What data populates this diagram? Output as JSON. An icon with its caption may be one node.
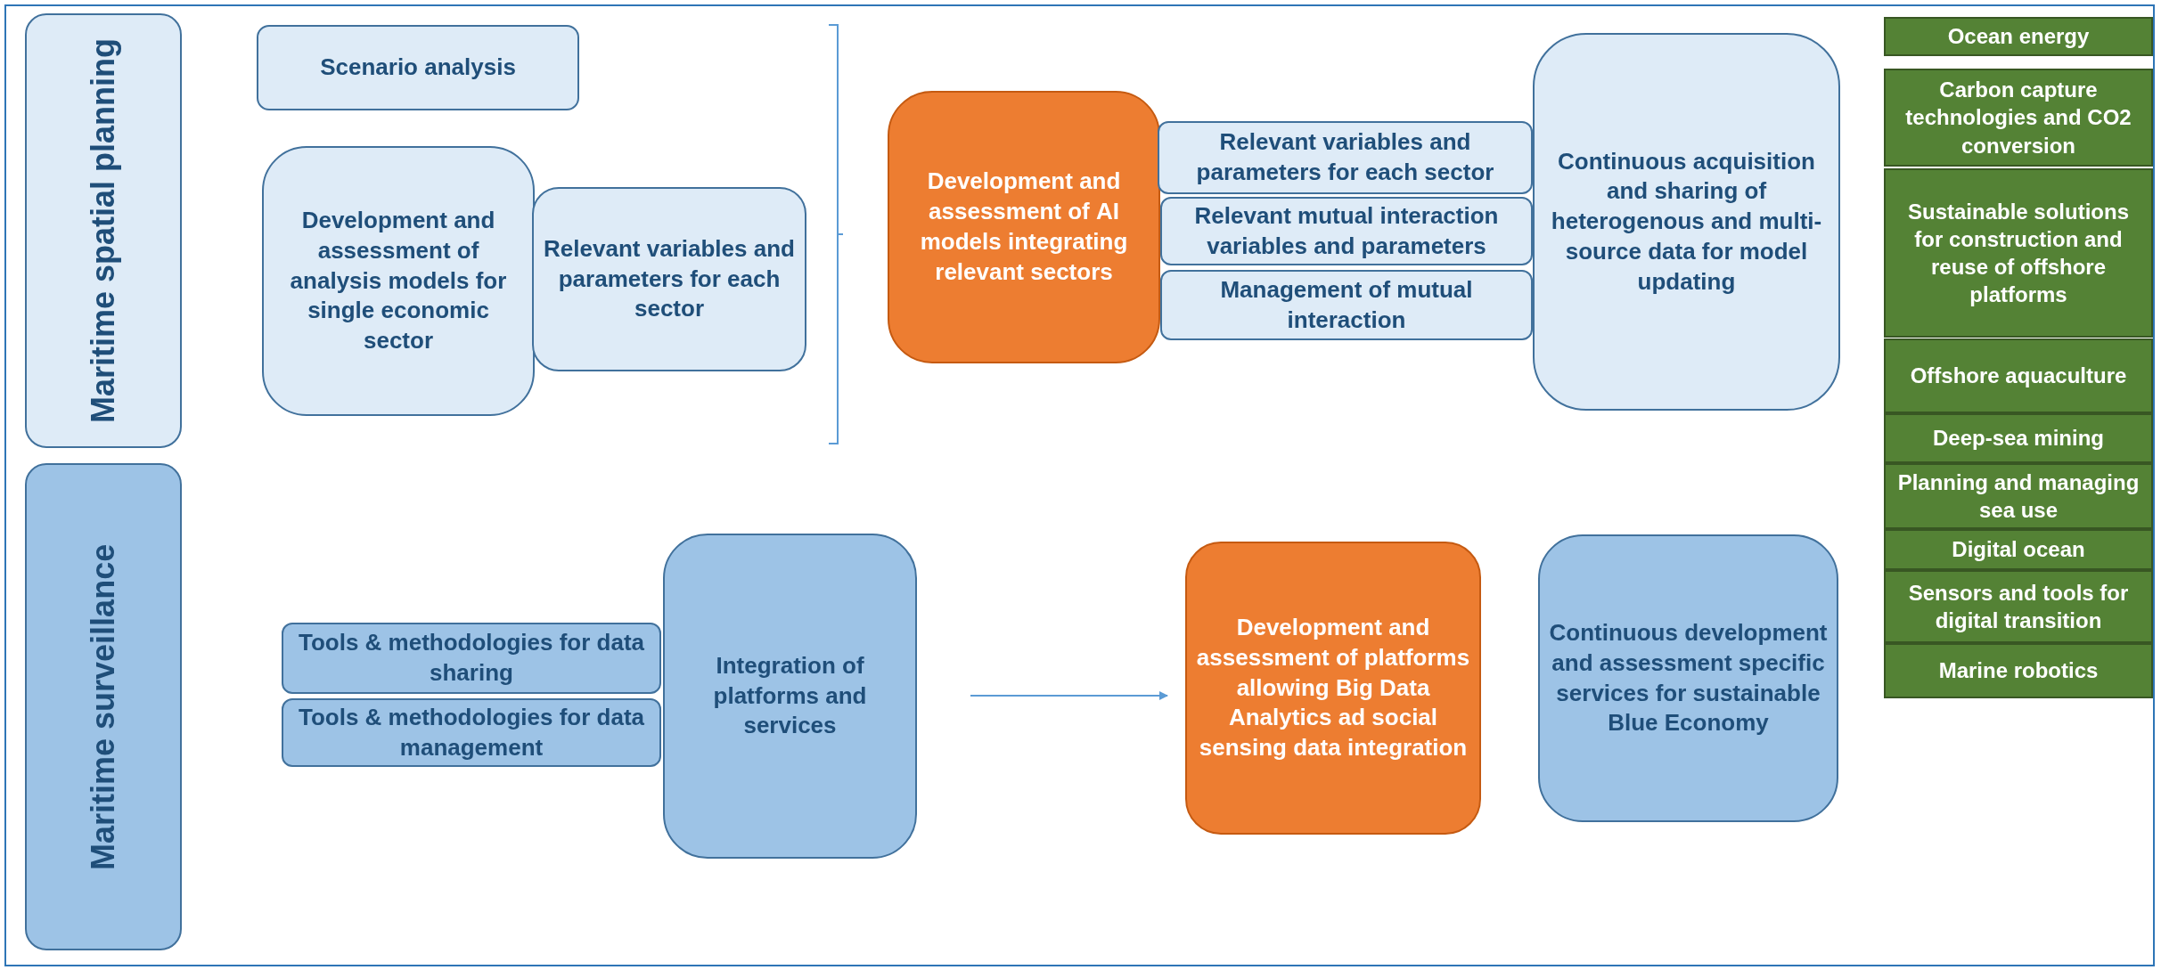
{
  "diagram": {
    "nodes": [
      {
        "text": [
          "Maritime spatial planning"
        ]
      },
      {
        "text": [
          "Scenario analysis"
        ]
      },
      {
        "text": [
          "Development and assessment of analysis models for single economic sector"
        ]
      },
      {
        "text": [
          "Relevant variables and parameters for each sector"
        ]
      },
      {
        "text": [
          "Development and assessment of **AI** models integrating relevant sectors"
        ]
      },
      {
        "text": [
          "Relevant variables and parameters for each sector"
        ]
      },
      {
        "text": [
          "Relevant mutual interaction variables and parameters"
        ]
      },
      {
        "text": [
          "Management of mutual interaction"
        ]
      },
      {
        "text": [
          "Continuous acquisition and sharing of heterogenous and multi-source data for model updating"
        ]
      },
      {
        "text": [
          "Maritime surveillance"
        ]
      },
      {
        "text": [
          "Tools & methodologies for data sharing"
        ]
      },
      {
        "text": [
          "Tools & methodologies for data management"
        ]
      },
      {
        "text": [
          "Integration of platforms and services"
        ]
      },
      {
        "text": [
          "Development and assessment of platforms allowing Big Data Analytics ad social sensing data integration"
        ]
      },
      {
        "text": [
          "Continuous development and assessment specific services for sustainable Blue Economy"
        ]
      },
      {
        "text": [
          "Ocean energy"
        ]
      },
      {
        "text": [
          "Carbon capture technologies and CO2 conversion"
        ]
      },
      {
        "text": [
          "Sustainable solutions for construction and reuse of offshore platforms"
        ]
      },
      {
        "text": [
          "Offshore aquaculture"
        ]
      },
      {
        "text": [
          "Deep-sea mining"
        ]
      },
      {
        "text": [
          "Planning and managing sea use"
        ]
      },
      {
        "text": [
          "Digital ocean"
        ]
      },
      {
        "text": [
          "Sensors and tools for digital transition"
        ]
      },
      {
        "text": [
          "Marine robotics"
        ]
      }
    ],
    "edges": [
      {
        "from": 12,
        "to": 13,
        "arrow": "to"
      }
    ]
  }
}
